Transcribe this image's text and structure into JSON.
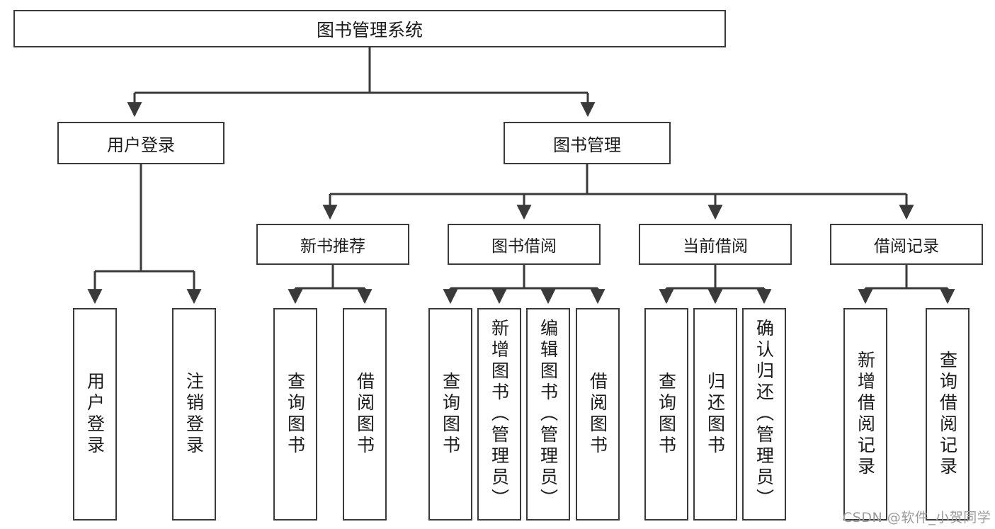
{
  "diagram": {
    "title": "图书管理系统",
    "type": "tree-hierarchy",
    "root": {
      "label": "图书管理系统"
    },
    "level2": [
      {
        "label": "用户登录"
      },
      {
        "label": "图书管理"
      }
    ],
    "level3": [
      {
        "label": "新书推荐"
      },
      {
        "label": "图书借阅"
      },
      {
        "label": "当前借阅"
      },
      {
        "label": "借阅记录"
      }
    ],
    "leaves": [
      {
        "label": "用户登录",
        "parent": "用户登录"
      },
      {
        "label": "注销登录",
        "parent": "用户登录"
      },
      {
        "label": "查询图书",
        "parent": "新书推荐"
      },
      {
        "label": "借阅图书",
        "parent": "新书推荐"
      },
      {
        "label": "查询图书",
        "parent": "图书借阅"
      },
      {
        "label": "新增图书（管理员）",
        "parent": "图书借阅"
      },
      {
        "label": "编辑图书（管理员）",
        "parent": "图书借阅"
      },
      {
        "label": "借阅图书",
        "parent": "图书借阅"
      },
      {
        "label": "查询图书",
        "parent": "当前借阅"
      },
      {
        "label": "归还图书",
        "parent": "当前借阅"
      },
      {
        "label": "确认归还（管理员）",
        "parent": "当前借阅"
      },
      {
        "label": "新增借阅记录",
        "parent": "借阅记录"
      },
      {
        "label": "查询借阅记录",
        "parent": "借阅记录"
      }
    ],
    "colors": {
      "border": "#3a3a3a",
      "text": "#1b1b1b",
      "background": "#ffffff",
      "watermark": "#9a9a9a"
    }
  },
  "watermark": {
    "text": "CSDN @软件_小贺同学"
  }
}
